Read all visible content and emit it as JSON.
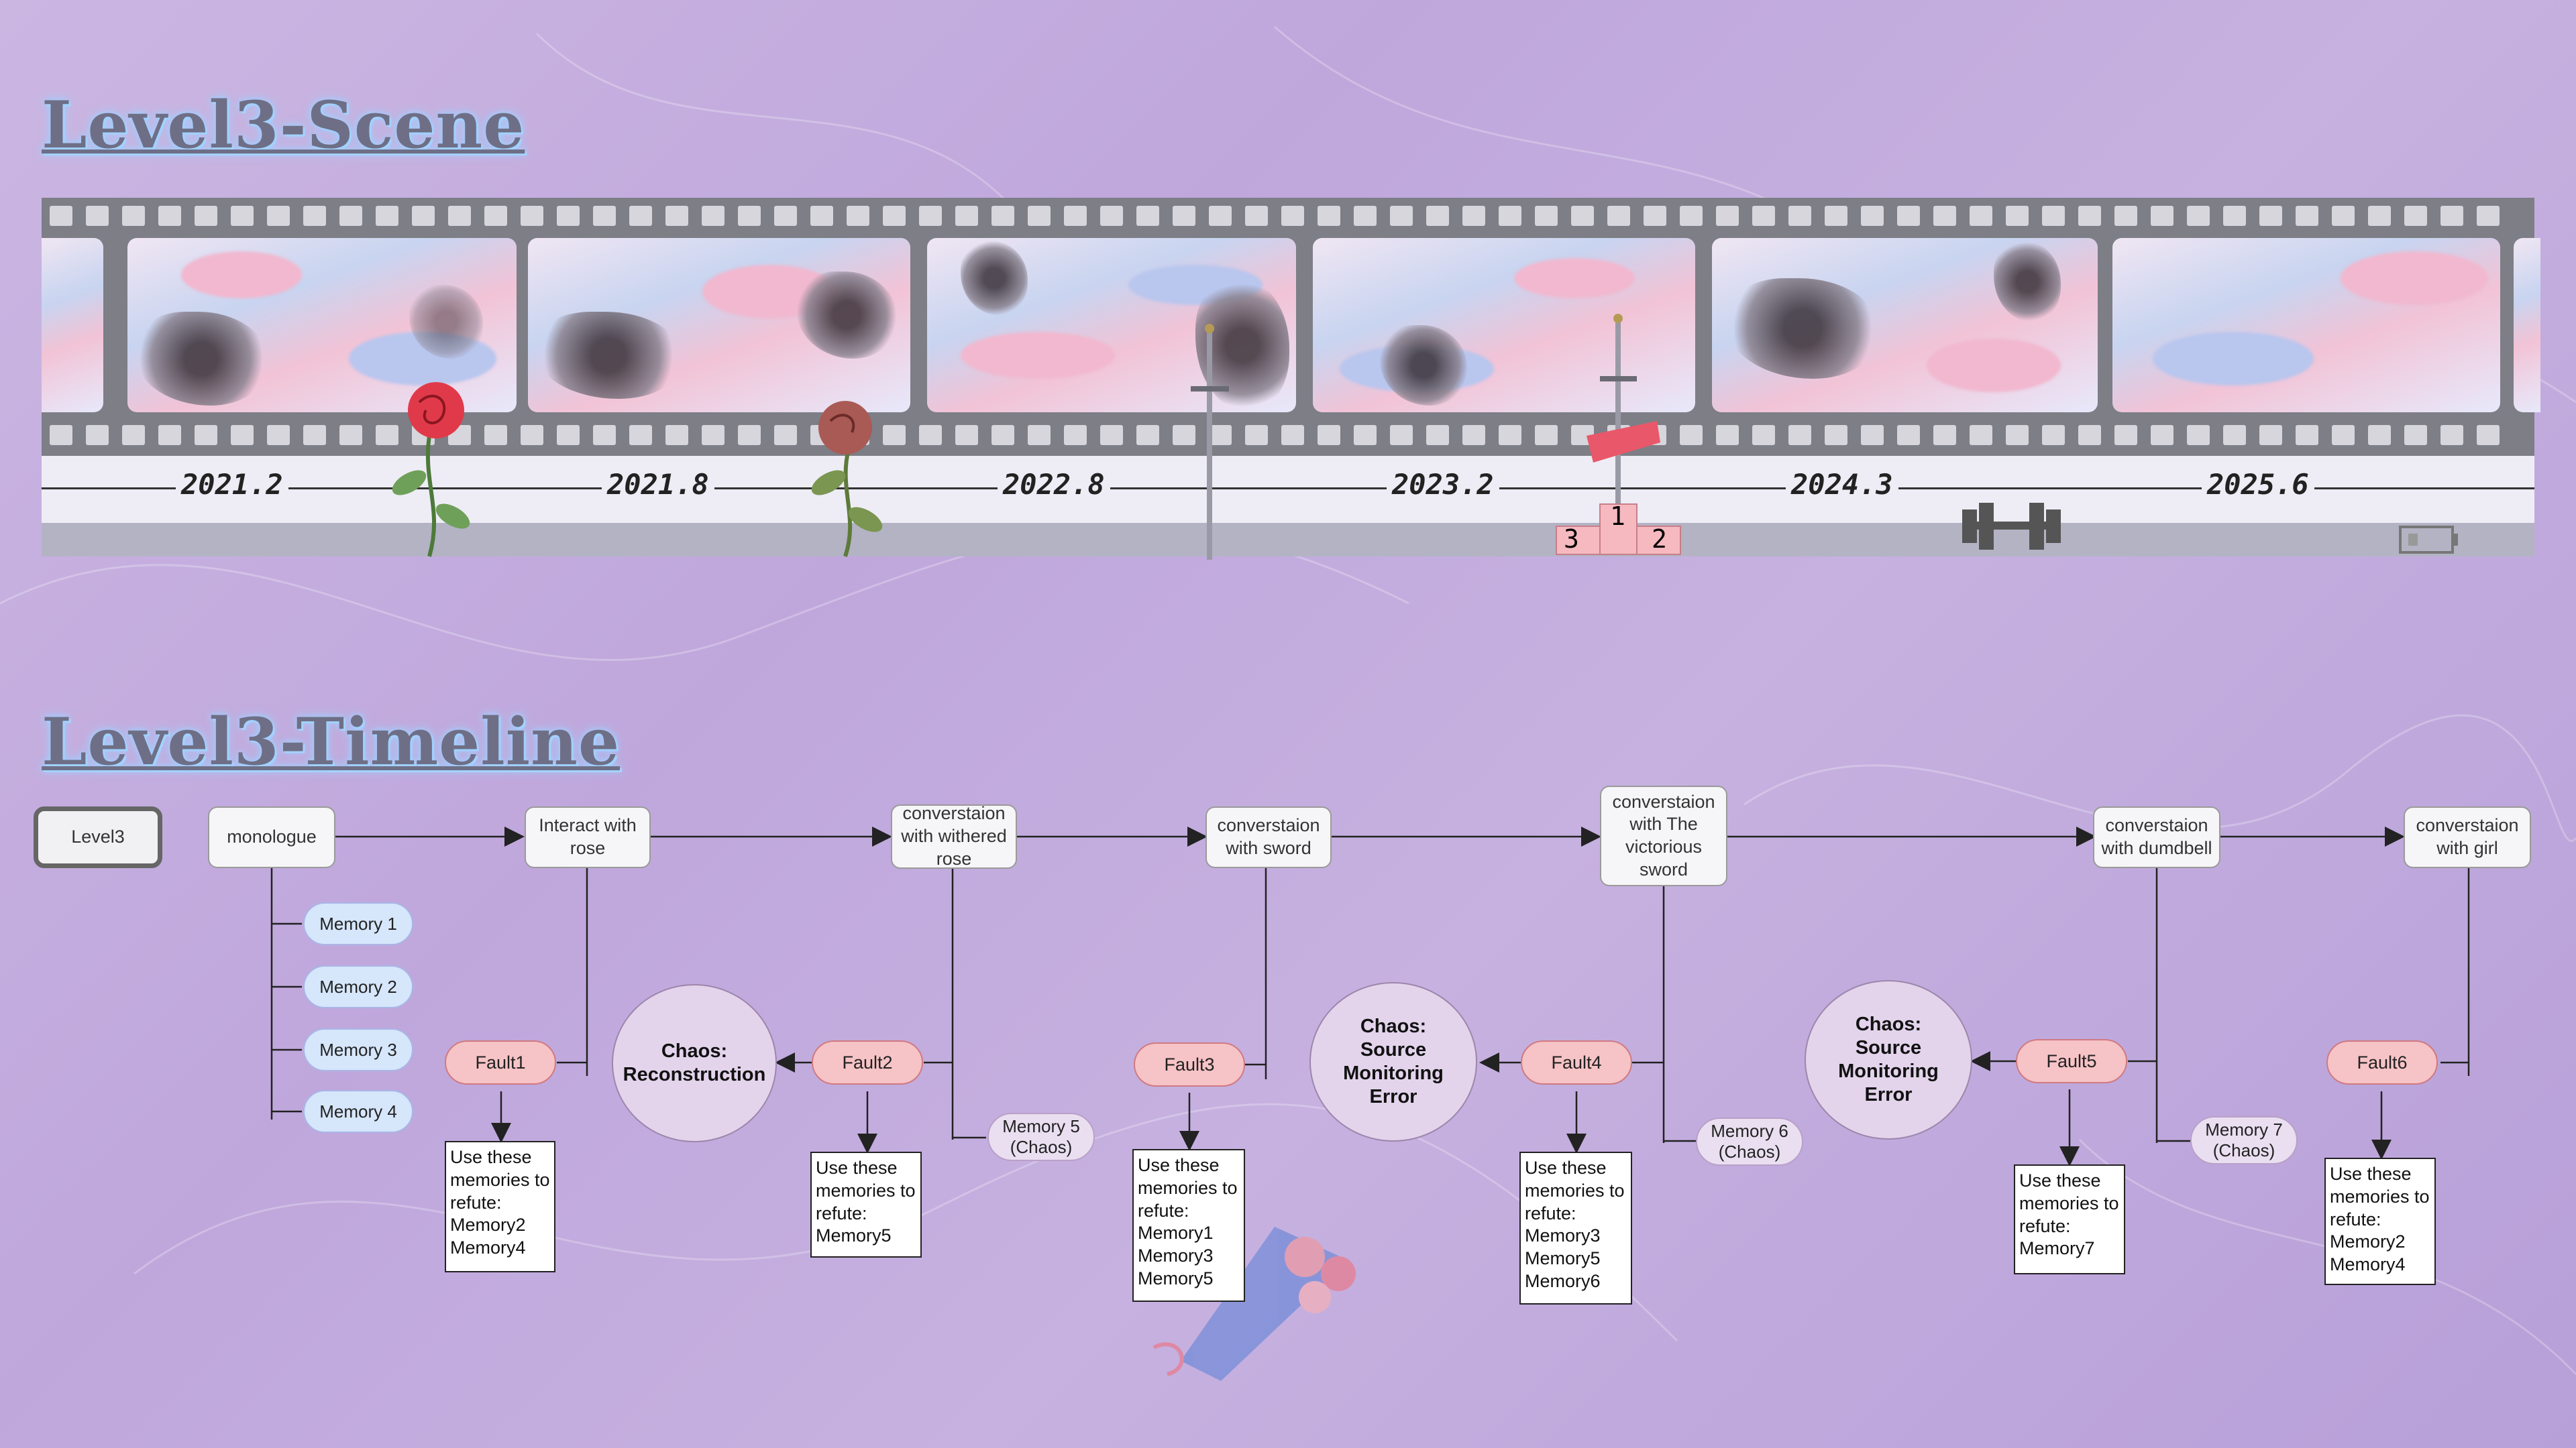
{
  "titles": {
    "scene": "Level3-Scene",
    "timeline": "Level3-Timeline"
  },
  "scene": {
    "dates": [
      "2021.2",
      "2021.8",
      "2022.8",
      "2023.2",
      "2024.3",
      "2025.6"
    ],
    "podium": {
      "first": "1",
      "second": "2",
      "third": "3"
    }
  },
  "flow": {
    "start": "Level3",
    "monologue": "monologue",
    "steps": [
      "Interact with rose",
      "converstaion with withered rose",
      "converstaion with sword",
      "converstaion with The victorious sword",
      "converstaion with dumdbell",
      "converstaion with girl"
    ],
    "memories": [
      "Memory 1",
      "Memory 2",
      "Memory 3",
      "Memory 4"
    ],
    "chaos_memories": [
      "Memory 5 (Chaos)",
      "Memory 6 (Chaos)",
      "Memory 7 (Chaos)"
    ],
    "faults": [
      "Fault1",
      "Fault2",
      "Fault3",
      "Fault4",
      "Fault5",
      "Fault6"
    ],
    "chaos": [
      "Chaos: Reconstruction",
      "Chaos: Source Monitoring Error",
      "Chaos: Source Monitoring Error"
    ],
    "refutes": [
      "Use these memories to refute: Memory2 Memory4",
      "Use these memories to refute: Memory5",
      "Use these memories to refute: Memory1 Memory3 Memory5",
      "Use these memories to refute: Memory3 Memory5 Memory6",
      "Use these memories to refute: Memory7",
      "Use these memories to refute: Memory2 Memory4"
    ]
  },
  "colors": {
    "background": "#c4aee0",
    "film": "#7d7e86",
    "fault_fill": "#f6c3c6",
    "memory_fill": "#d6e6fb",
    "chaos_fill": "#e3d4ec"
  }
}
